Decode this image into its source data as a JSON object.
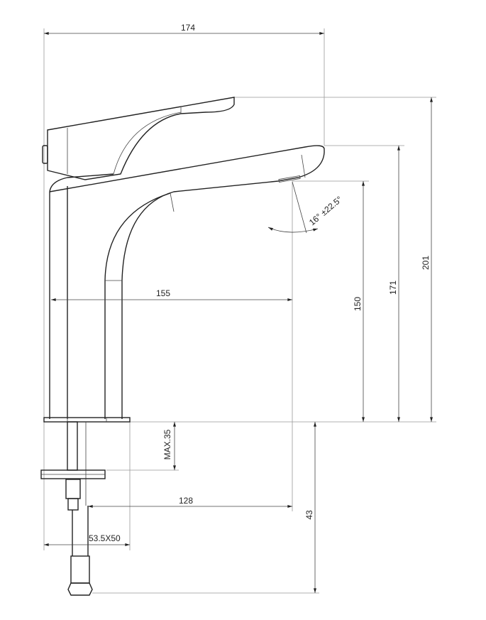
{
  "drawing": {
    "dimensions": {
      "overall_width": "174",
      "overall_height": "201",
      "spout_height": "171",
      "outlet_height": "150",
      "spout_reach": "155",
      "max_counter_thickness": "MAX.35",
      "reach_from_hole": "128",
      "base_size": "53.5X50",
      "below_counter": "43",
      "spray_angle": "16° ±22.5°"
    },
    "line_color": "#222222",
    "extension_color": "#999999"
  }
}
